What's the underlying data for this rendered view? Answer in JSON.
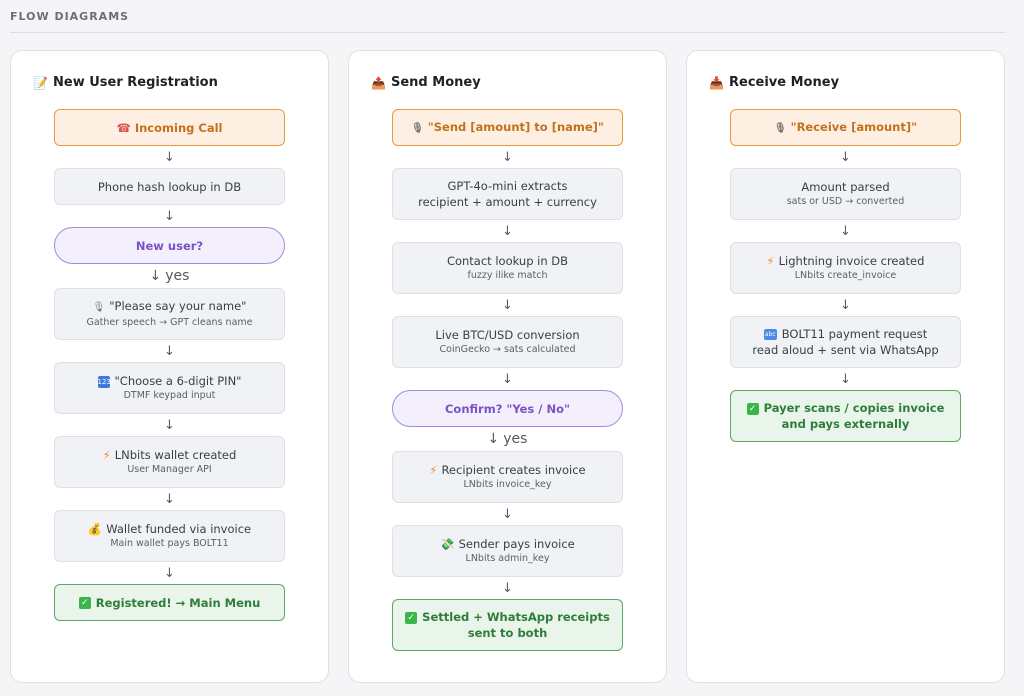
{
  "section": {
    "title": "FLOW DIAGRAMS"
  },
  "panels": [
    {
      "title": "New User Registration",
      "icon": "memo-icon",
      "nodes": {
        "n0": "Incoming Call",
        "n1": "Phone hash lookup in DB",
        "n2": "New user?",
        "n2_branch": "yes",
        "n3": "\"Please say your name\"",
        "n3_sub": "Gather speech → GPT cleans name",
        "n4": "\"Choose a 6-digit PIN\"",
        "n4_sub": "DTMF keypad input",
        "n5": "LNbits wallet created",
        "n5_sub": "User Manager API",
        "n6": "Wallet funded via invoice",
        "n6_sub": "Main wallet pays BOLT11",
        "n7": "Registered! → Main Menu"
      }
    },
    {
      "title": "Send Money",
      "icon": "outbox-icon",
      "nodes": {
        "n0": "\"Send [amount] to [name]\"",
        "n1a": "GPT-4o-mini extracts",
        "n1b": "recipient + amount + currency",
        "n2": "Contact lookup in DB",
        "n2_sub": "fuzzy ilike match",
        "n3": "Live BTC/USD conversion",
        "n3_sub": "CoinGecko → sats calculated",
        "n4": "Confirm? \"Yes / No\"",
        "n4_branch": "yes",
        "n5": "Recipient creates invoice",
        "n5_sub": "LNbits invoice_key",
        "n6": "Sender pays invoice",
        "n6_sub": "LNbits admin_key",
        "n7a": "Settled + WhatsApp receipts",
        "n7b": "sent to both"
      }
    },
    {
      "title": "Receive Money",
      "icon": "inbox-icon",
      "nodes": {
        "n0": "\"Receive [amount]\"",
        "n1": "Amount parsed",
        "n1_sub": "sats or USD → converted",
        "n2": "Lightning invoice created",
        "n2_sub": "LNbits create_invoice",
        "n3a": "BOLT11 payment request",
        "n3b": "read aloud + sent via WhatsApp",
        "n4a": "Payer scans / copies invoice",
        "n4b": "and pays externally"
      }
    }
  ],
  "icons": {
    "phone": "☎",
    "bolt": "⚡",
    "mic": "🎙",
    "check": "✓",
    "key": "1234",
    "abc": "abc",
    "bag": "💰",
    "money": "💸",
    "memo": "📝",
    "outbox": "📤",
    "inbox": "📥",
    "arrow": "↓"
  },
  "colors": {
    "start_border": "#e89a3c",
    "decision_border": "#a48be0",
    "end_border": "#5aa866"
  }
}
